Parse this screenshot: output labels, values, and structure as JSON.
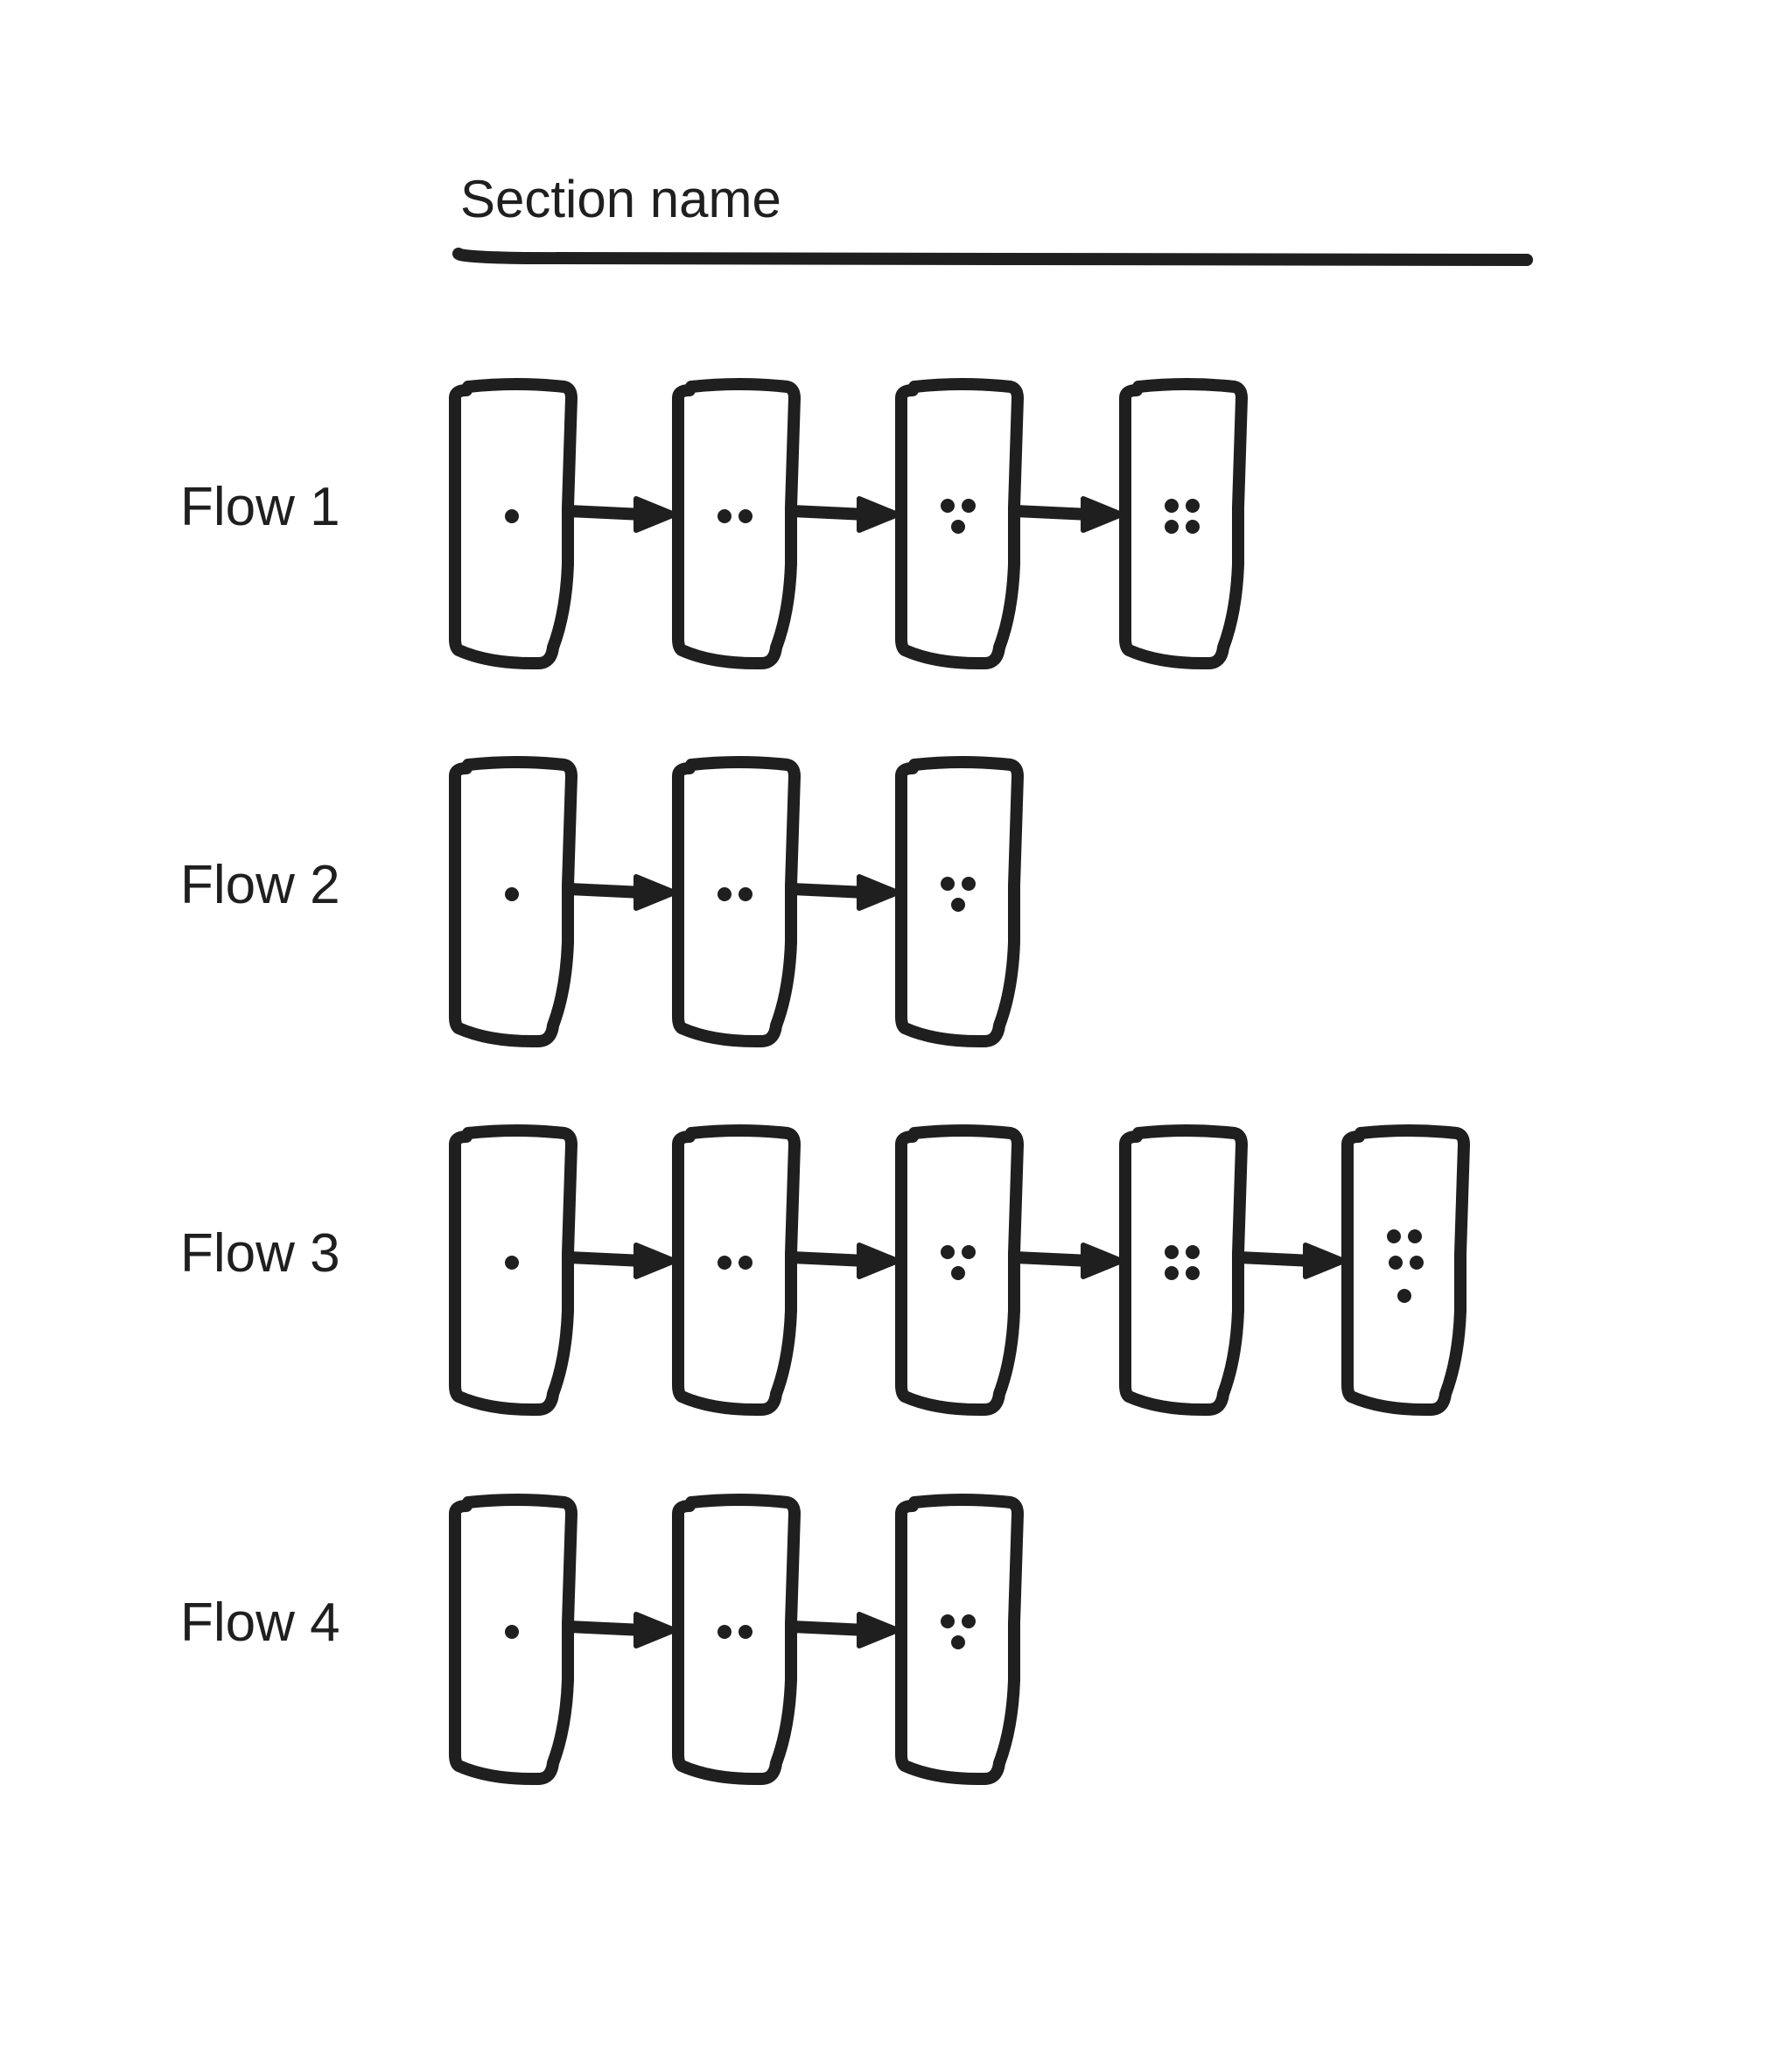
{
  "section": {
    "title": "Section name"
  },
  "flows": [
    {
      "label": "Flow 1",
      "steps": [
        1,
        2,
        3,
        4
      ]
    },
    {
      "label": "Flow 2",
      "steps": [
        1,
        2,
        3
      ]
    },
    {
      "label": "Flow 3",
      "steps": [
        1,
        2,
        3,
        4,
        5
      ]
    },
    {
      "label": "Flow 4",
      "steps": [
        1,
        2,
        3
      ]
    }
  ],
  "colors": {
    "ink": "#1f1f1f",
    "background": "#ffffff"
  }
}
